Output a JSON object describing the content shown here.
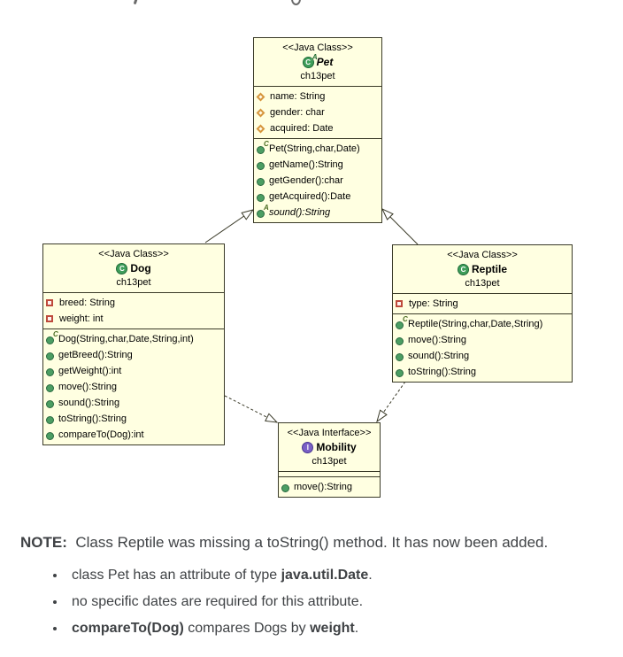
{
  "diagram": {
    "colors": {
      "box_fill": "#FFFFE1",
      "box_border": "#3A3A28",
      "class_icon_green": "#3F9E5A",
      "interface_icon_purple": "#7A60C6",
      "public_method_green": "#4C9E63",
      "private_field_red": "#BE4A3C",
      "protected_field_orange": "#D6953C"
    },
    "classes": [
      {
        "id": "pet",
        "kind": "class",
        "abstract": true,
        "icon_letter": "C",
        "stereotype": "<<Java Class>>",
        "name": "Pet",
        "package": "ch13pet",
        "attributes": [
          {
            "visibility": "protected",
            "text": "name: String"
          },
          {
            "visibility": "protected",
            "text": "gender: char"
          },
          {
            "visibility": "protected",
            "text": "acquired: Date"
          }
        ],
        "methods": [
          {
            "decorator": "C",
            "text": "Pet(String,char,Date)"
          },
          {
            "text": "getName():String"
          },
          {
            "text": "getGender():char"
          },
          {
            "text": "getAcquired():Date"
          },
          {
            "decorator": "A",
            "italic": true,
            "text": "sound():String"
          }
        ]
      },
      {
        "id": "dog",
        "kind": "class",
        "abstract": false,
        "icon_letter": "C",
        "stereotype": "<<Java Class>>",
        "name": "Dog",
        "package": "ch13pet",
        "attributes": [
          {
            "visibility": "private",
            "text": "breed: String"
          },
          {
            "visibility": "private",
            "text": "weight: int"
          }
        ],
        "methods": [
          {
            "decorator": "C",
            "text": "Dog(String,char,Date,String,int)"
          },
          {
            "text": "getBreed():String"
          },
          {
            "text": "getWeight():int"
          },
          {
            "text": "move():String"
          },
          {
            "text": "sound():String"
          },
          {
            "text": "toString():String"
          },
          {
            "text": "compareTo(Dog):int"
          }
        ]
      },
      {
        "id": "reptile",
        "kind": "class",
        "abstract": false,
        "icon_letter": "C",
        "stereotype": "<<Java Class>>",
        "name": "Reptile",
        "package": "ch13pet",
        "attributes": [
          {
            "visibility": "private",
            "text": "type: String"
          }
        ],
        "methods": [
          {
            "decorator": "C",
            "text": "Reptile(String,char,Date,String)"
          },
          {
            "text": "move():String"
          },
          {
            "text": "sound():String"
          },
          {
            "text": "toString():String"
          }
        ]
      },
      {
        "id": "mobility",
        "kind": "interface",
        "abstract": false,
        "icon_letter": "I",
        "stereotype": "<<Java Interface>>",
        "name": "Mobility",
        "package": "ch13pet",
        "attributes": [],
        "methods": [
          {
            "text": "move():String"
          }
        ]
      }
    ],
    "relations": [
      {
        "type": "generalization",
        "from": "Dog",
        "to": "Pet",
        "line": "solid"
      },
      {
        "type": "generalization",
        "from": "Reptile",
        "to": "Pet",
        "line": "solid"
      },
      {
        "type": "realization",
        "from": "Dog",
        "to": "Mobility",
        "line": "dashed"
      },
      {
        "type": "realization",
        "from": "Reptile",
        "to": "Mobility",
        "line": "dashed"
      }
    ]
  },
  "note": {
    "heading_segments": [
      {
        "t": "NOTE:",
        "b": true
      },
      {
        "t": "  Class Reptile was missing a toString() method. It has now been added.",
        "b": false
      }
    ],
    "bullets": [
      {
        "segments": [
          {
            "t": "class Pet has an attribute of type ",
            "b": false
          },
          {
            "t": "java.util.Date",
            "b": true
          },
          {
            "t": ".",
            "b": false
          }
        ]
      },
      {
        "segments": [
          {
            "t": "no specific dates are required for this attribute.",
            "b": false
          }
        ]
      },
      {
        "segments": [
          {
            "t": "compareTo(Dog)",
            "b": true
          },
          {
            "t": " compares Dogs by ",
            "b": false
          },
          {
            "t": "weight",
            "b": true
          },
          {
            "t": ".",
            "b": false
          }
        ]
      }
    ]
  }
}
